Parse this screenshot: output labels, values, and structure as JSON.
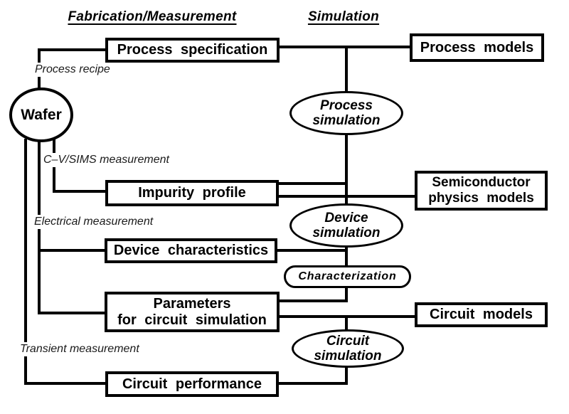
{
  "diagram": {
    "headers": {
      "fabrication": "Fabrication/Measurement",
      "simulation": "Simulation"
    },
    "nodes": {
      "wafer": "Wafer",
      "process_specification": "Process specification",
      "process_models": "Process models",
      "impurity_profile": "Impurity profile",
      "semiconductor_physics_models": {
        "line1": "Semiconductor",
        "line2": "physics models"
      },
      "device_characteristics": "Device characteristics",
      "parameters_for_circuit_simulation": {
        "line1": "Parameters",
        "line2": "for circuit simulation"
      },
      "circuit_models": "Circuit models",
      "circuit_performance": "Circuit performance"
    },
    "simulation_steps": {
      "process_simulation": {
        "line1": "Process",
        "line2": "simulation"
      },
      "device_simulation": {
        "line1": "Device",
        "line2": "simulation"
      },
      "characterization": "Characterization",
      "circuit_simulation": {
        "line1": "Circuit",
        "line2": "simulation"
      }
    },
    "edge_labels": {
      "process_recipe": "Process recipe",
      "cv_sims_measurement": "C–V/SIMS measurement",
      "electrical_measurement": "Electrical measurement",
      "transient_measurement": "Transient measurement"
    },
    "colors": {
      "line": "#000000",
      "background": "#ffffff",
      "text": "#000000"
    }
  }
}
